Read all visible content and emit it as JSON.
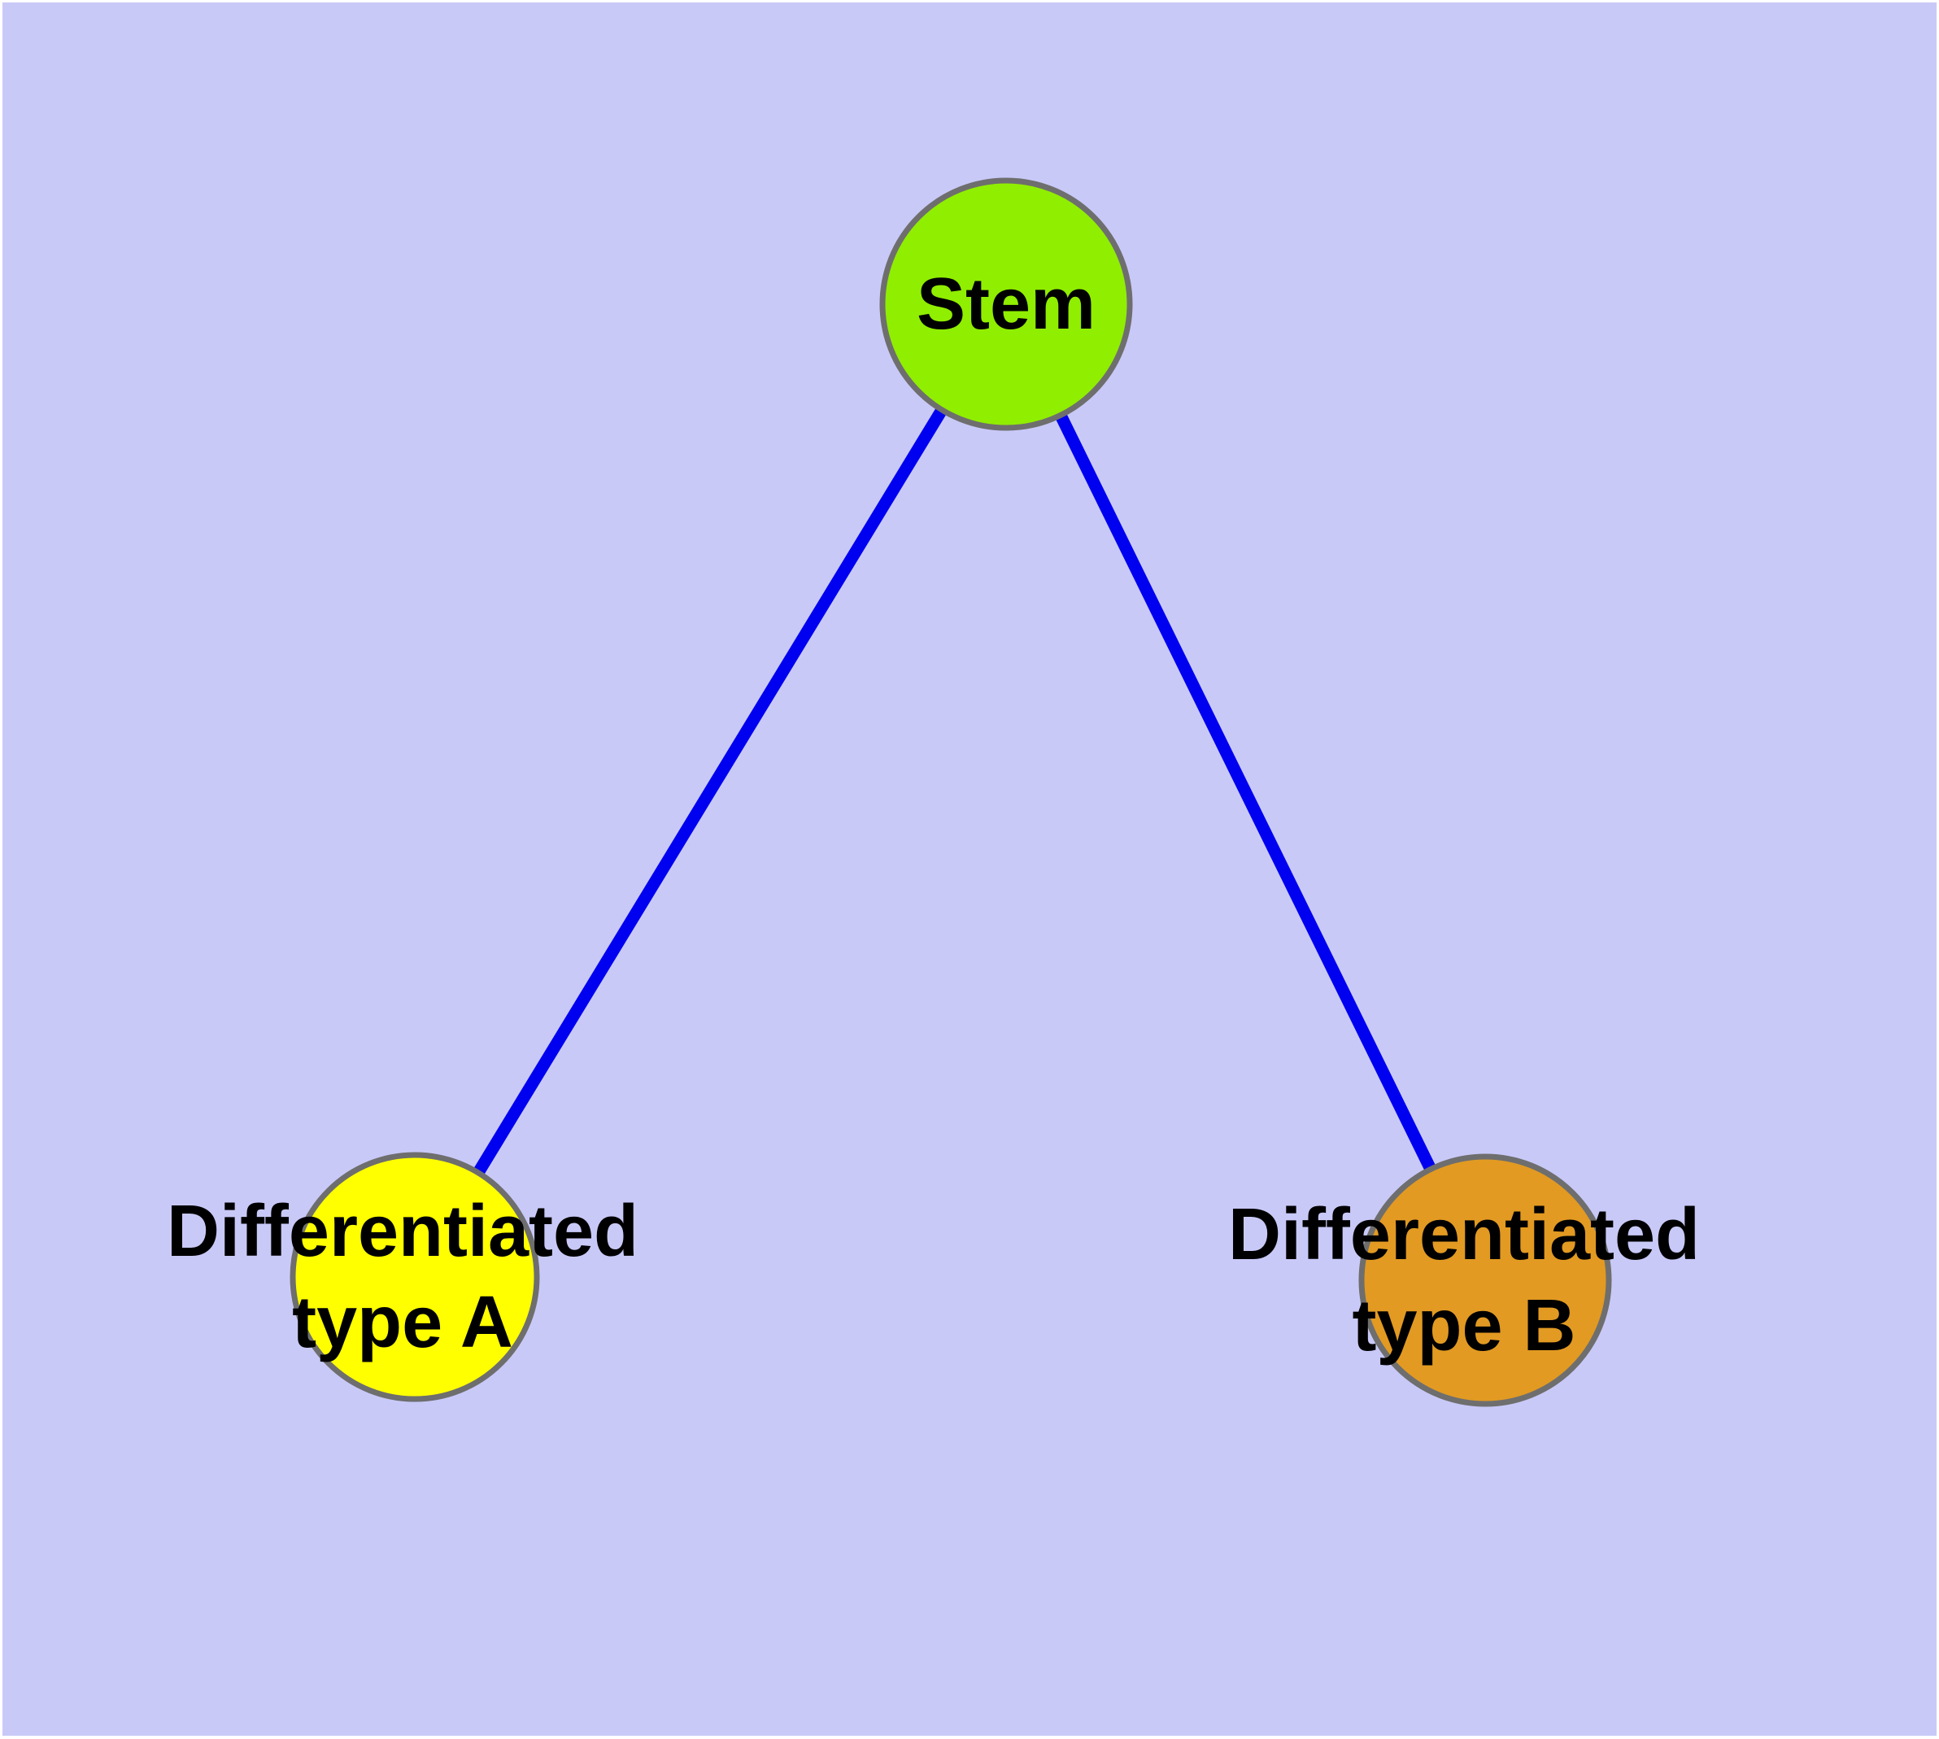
{
  "canvas": {
    "background_color": "#C9C9F8",
    "frame_color": "#FFFFFF"
  },
  "styles": {
    "node_border_color": "#6E6E6E",
    "edge_color": "#0000F0",
    "label_color": "#000000"
  },
  "nodes": [
    {
      "id": "stem",
      "lines": [
        "Stem"
      ],
      "fill": "#90EE00"
    },
    {
      "id": "differentiated-type-a",
      "lines": [
        "Differentiated",
        "type A"
      ],
      "fill": "#FFFF00"
    },
    {
      "id": "differentiated-type-b",
      "lines": [
        "Differentiated",
        "type B"
      ],
      "fill": "#E29A22"
    }
  ],
  "edges": [
    {
      "from": "stem",
      "to": "differentiated-type-a",
      "color": "#0000F0"
    },
    {
      "from": "stem",
      "to": "differentiated-type-b",
      "color": "#0000F0"
    }
  ]
}
